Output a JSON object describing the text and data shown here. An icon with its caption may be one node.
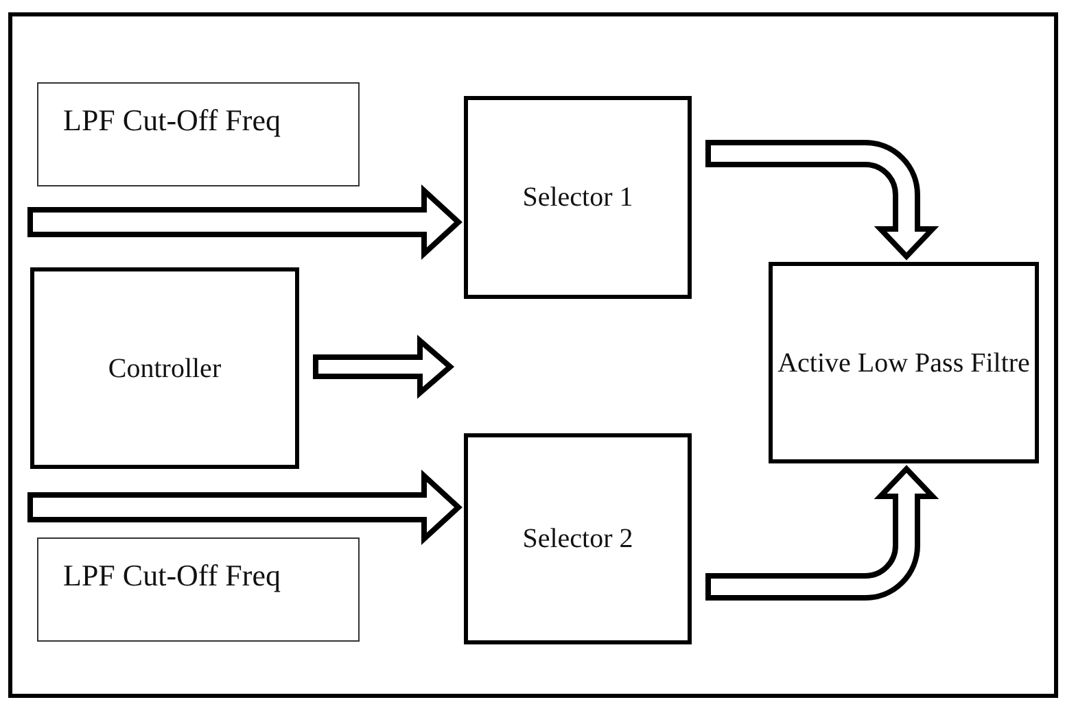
{
  "diagram": {
    "nodes": [
      {
        "text": [
          "LPF Cut-Off Freq"
        ]
      },
      {
        "text": [
          "Selector 1"
        ]
      },
      {
        "text": [
          "Controller"
        ]
      },
      {
        "text": [
          "Active Low Pass Filtre"
        ]
      },
      {
        "text": [
          "Selector 2"
        ]
      },
      {
        "text": [
          "LPF Cut-Off Freq"
        ]
      }
    ],
    "edges": [
      {
        "from": null,
        "to": 1,
        "arrow": "to"
      },
      {
        "from": 2,
        "to": null,
        "arrow": "to"
      },
      {
        "from": null,
        "to": 4,
        "arrow": "to"
      },
      {
        "from": 1,
        "to": 3,
        "arrow": "to"
      },
      {
        "from": 4,
        "to": 3,
        "arrow": "to"
      }
    ]
  }
}
